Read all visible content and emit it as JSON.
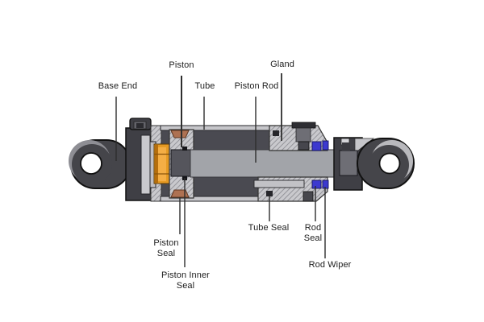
{
  "figure": {
    "type": "technical-cutaway-diagram",
    "subject": "Hydraulic cylinder cross-section with labeled components",
    "background": "#ffffff"
  },
  "labels": {
    "base_end": "Base End",
    "piston": "Piston",
    "tube": "Tube",
    "piston_rod": "Piston Rod",
    "gland": "Gland",
    "piston_seal": "Piston\nSeal",
    "piston_inner_seal": "Piston Inner\nSeal",
    "tube_seal": "Tube Seal",
    "rod_seal": "Rod\nSeal",
    "rod_wiper": "Rod Wiper"
  },
  "colors": {
    "body_dark": "#45454a",
    "cap_dark": "#3f3f45",
    "metal_light": "#c6c6ca",
    "rod_gray": "#a2a4a9",
    "interior_dark": "#4a4a51",
    "piston_nut_orange": "#e59a24",
    "nut_highlight": "#f4ae45",
    "nut_shadow": "#b56e0d",
    "piston_seal_brown": "#ae7152",
    "rod_seal_blue": "#3c39cf",
    "rod_wiper_blue": "#3c39cf",
    "seal_dark": "#26262b",
    "leader_line": "#2e2e2e",
    "label_text": "#1d1d1d"
  }
}
